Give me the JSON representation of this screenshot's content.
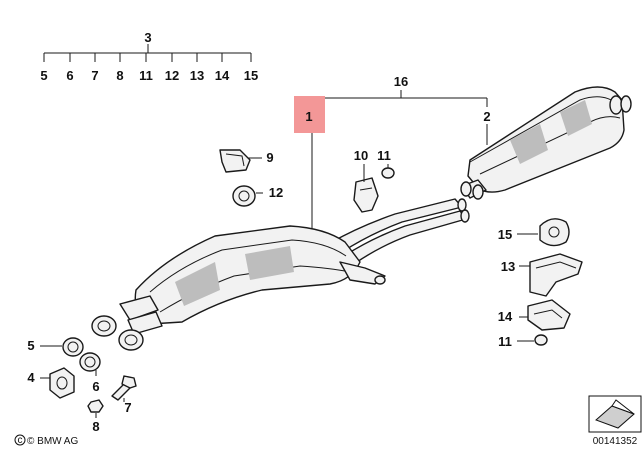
{
  "callouts": {
    "p1": "1",
    "p2": "2",
    "p3": "3",
    "p4": "4",
    "p5": "5",
    "p6": "6",
    "p7": "7",
    "p8": "8",
    "p9": "9",
    "p10": "10",
    "p11": "11",
    "p12": "12",
    "p13": "13",
    "p14": "14",
    "p15": "15",
    "p16": "16"
  },
  "group_items": [
    "5",
    "6",
    "7",
    "8",
    "11",
    "12",
    "13",
    "14",
    "15"
  ],
  "footer": {
    "brand": "© BMW AG",
    "diagram_id": "00141352"
  },
  "colors": {
    "highlight": "#f28c8c",
    "ink": "#1a1a1a"
  },
  "icons": {
    "brand": "copyright-symbol",
    "corner": "folded-corner-icon"
  }
}
